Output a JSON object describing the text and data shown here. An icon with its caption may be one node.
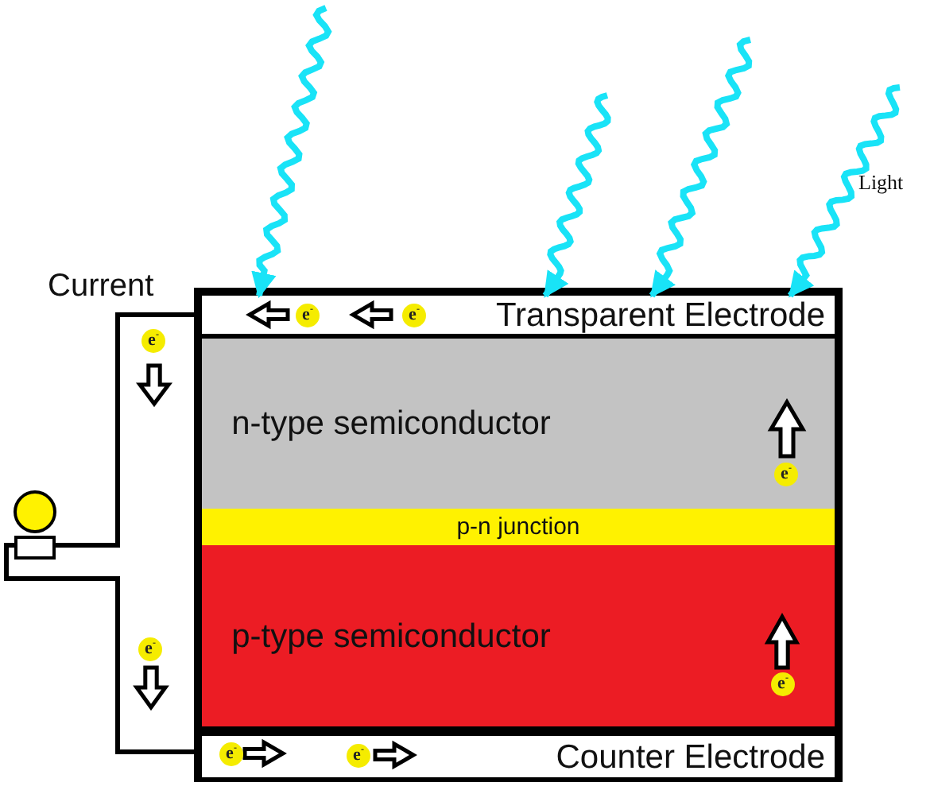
{
  "diagram": {
    "nodes": [
      {
        "text": [
          "Transparent Electrode"
        ]
      },
      {
        "text": [
          "n-type semiconductor"
        ]
      },
      {
        "text": [
          "p-n junction"
        ]
      },
      {
        "text": [
          "p-type semiconductor"
        ]
      },
      {
        "text": [
          "Counter Electrode"
        ]
      },
      {
        "text": [],
        "shape": "lamp"
      }
    ],
    "edges": [
      {
        "from": 0,
        "to": 5,
        "arrow": "none",
        "color": "#000000"
      },
      {
        "from": 5,
        "to": 4,
        "arrow": "none",
        "color": "#000000"
      },
      {
        "from": null,
        "to": 0,
        "arrow": "to"
      },
      {
        "from": null,
        "to": 0,
        "arrow": "to"
      },
      {
        "from": null,
        "to": 0,
        "arrow": "to"
      },
      {
        "from": null,
        "to": 0,
        "arrow": "to"
      }
    ],
    "labels": [
      "Light",
      "Current",
      "e$^{-}$",
      "e$^{-}$",
      "e$^{-}$",
      "e$^{-}$",
      "e$^{-}$",
      "e$^{-}$",
      "e$^{-}$",
      "e$^{-}$"
    ]
  }
}
